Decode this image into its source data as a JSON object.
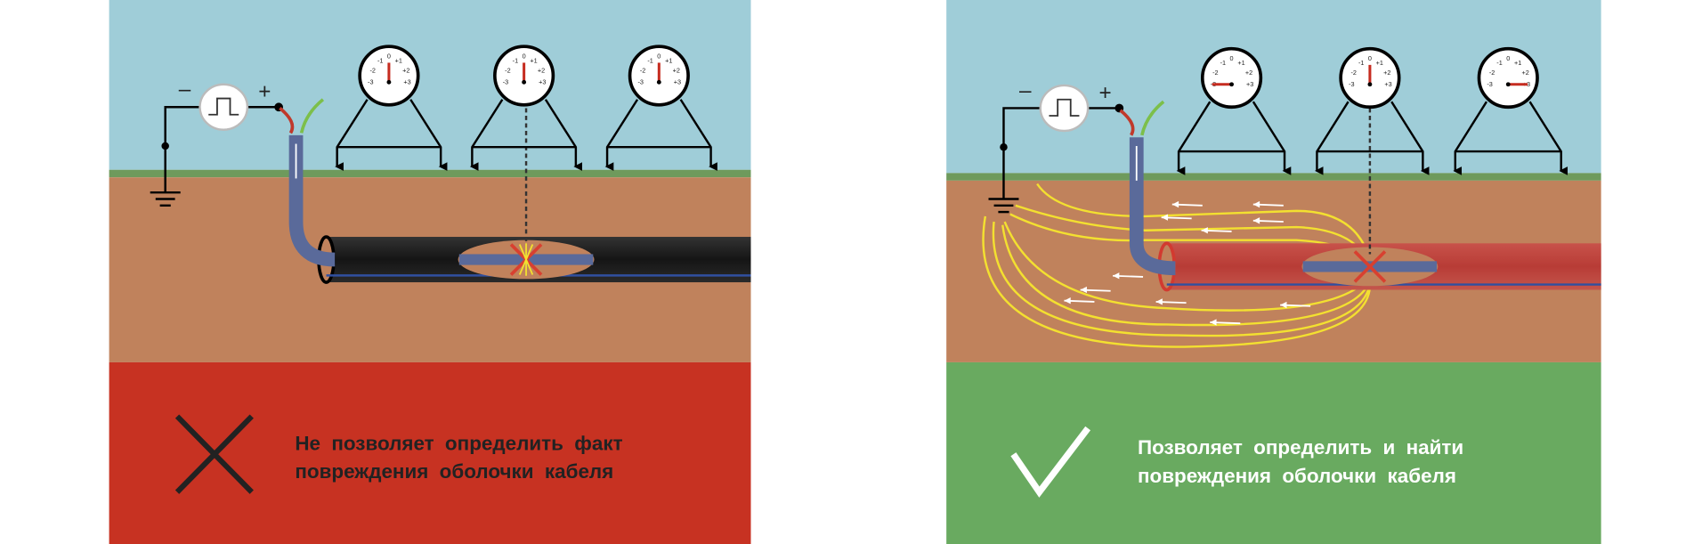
{
  "gauge_scale": [
    "-3",
    "-2",
    "-1",
    "0",
    "+1",
    "+2",
    "+3"
  ],
  "generator": {
    "minus_label": "–",
    "plus_label": "+"
  },
  "colors": {
    "sky": "#9fcdd8",
    "grass": "#6e9a5c",
    "soil": "#c0825c",
    "bad_panel": "#c73222",
    "good_panel": "#69aa60",
    "cable_sheath_bad": "#1f1f1f",
    "cable_sheath_good": "#c44a42",
    "core": "#5a6a9a",
    "current_lines": "#f3e030"
  },
  "left_panel": {
    "status": "bad",
    "status_icon": "cross-icon",
    "caption_line1": "Не позволяет определить факт",
    "caption_line2": "повреждения оболочки кабеля",
    "gauge_readings": [
      0,
      0,
      0
    ]
  },
  "right_panel": {
    "status": "good",
    "status_icon": "checkmark-icon",
    "caption_line1": "Позволяет определить и найти",
    "caption_line2": "повреждения оболочки кабеля",
    "gauge_readings": [
      -3,
      0,
      3
    ]
  }
}
